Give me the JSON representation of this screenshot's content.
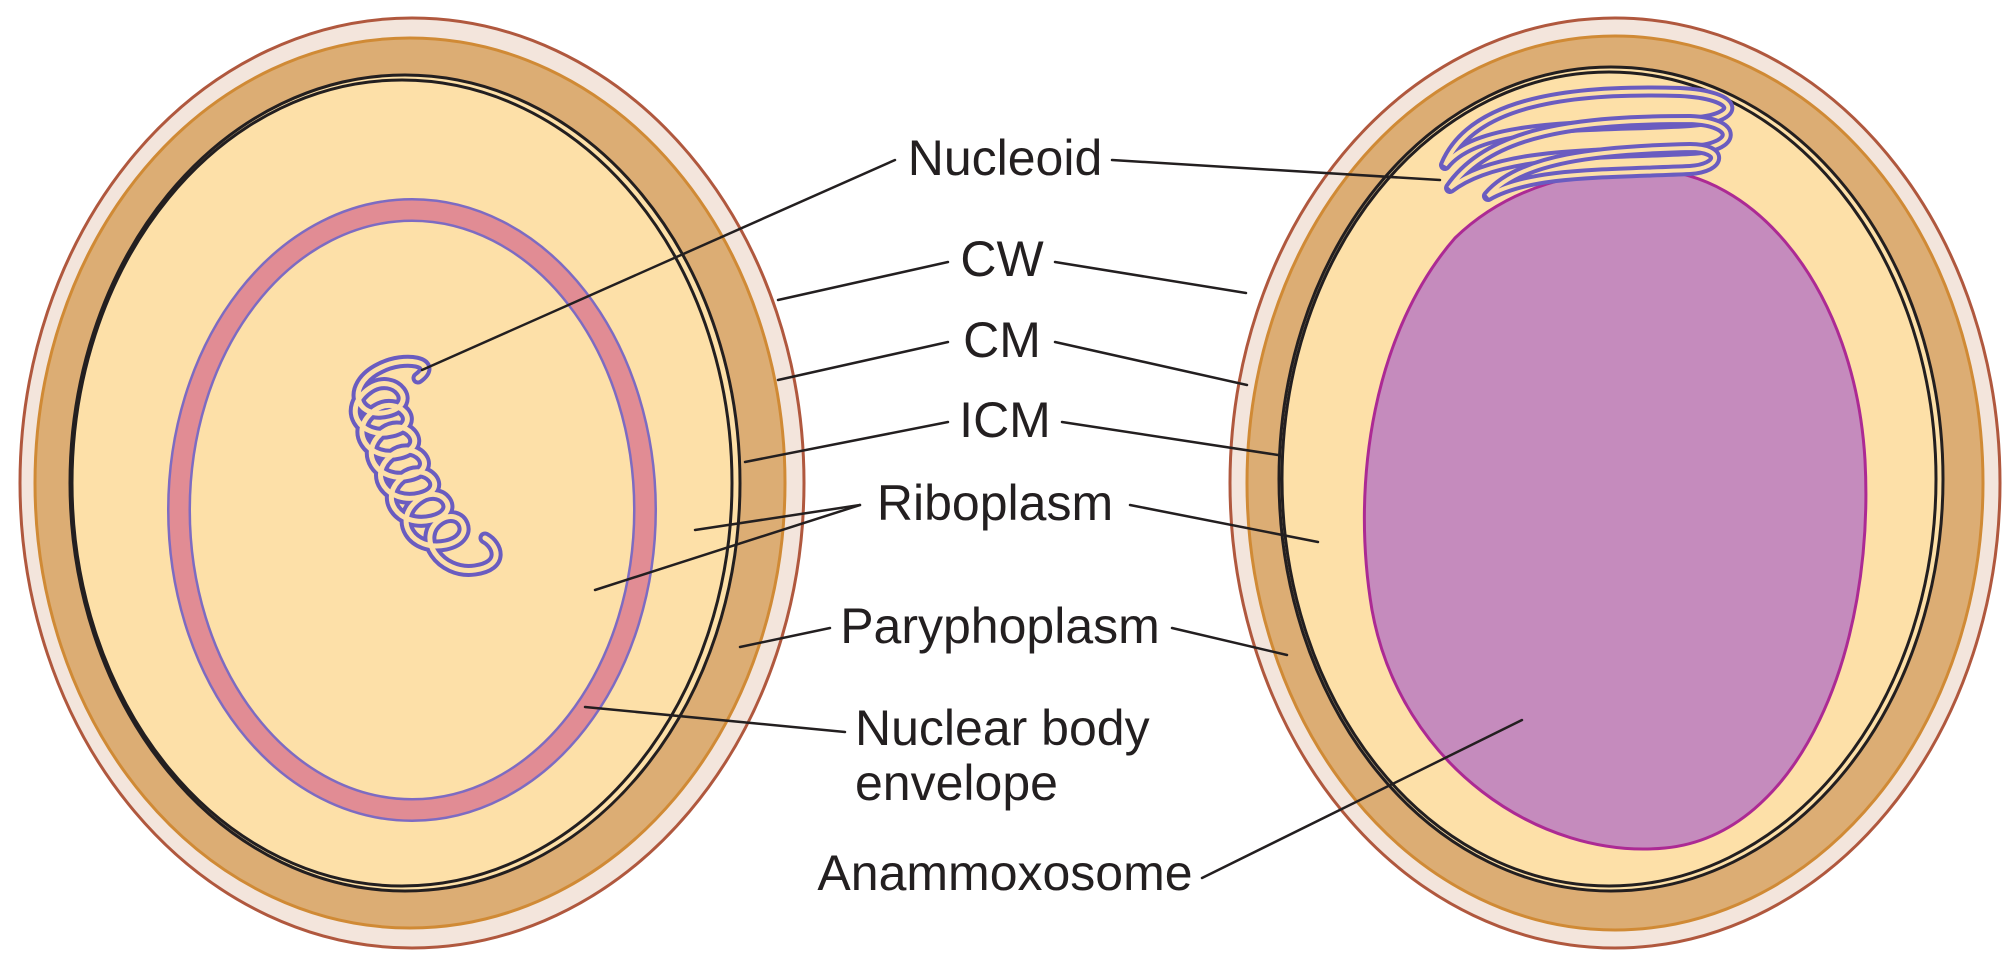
{
  "labels": {
    "nucleoid": "Nucleoid",
    "cw": "CW",
    "cm": "CM",
    "icm": "ICM",
    "riboplasm": "Riboplasm",
    "paryphoplasm": "Paryphoplasm",
    "nuclear_body_line1": "Nuclear body",
    "nuclear_body_line2": "envelope",
    "anammoxosome": "Anammoxosome"
  },
  "colors": {
    "outer_layer": "#f3e5dc",
    "outer_stroke": "#b0583e",
    "cell_wall": "#dcad74",
    "cell_wall_stroke": "#d08a35",
    "cytoplasm": "#fde0a8",
    "membrane": "#231f20",
    "nuclear_envelope": "#e18c94",
    "envelope_edge": "#7d6bc2",
    "nucleoid_dna": "#6a5cc0",
    "anammoxosome_fill": "#c58bbd",
    "anammoxosome_stroke": "#ac2a94"
  }
}
